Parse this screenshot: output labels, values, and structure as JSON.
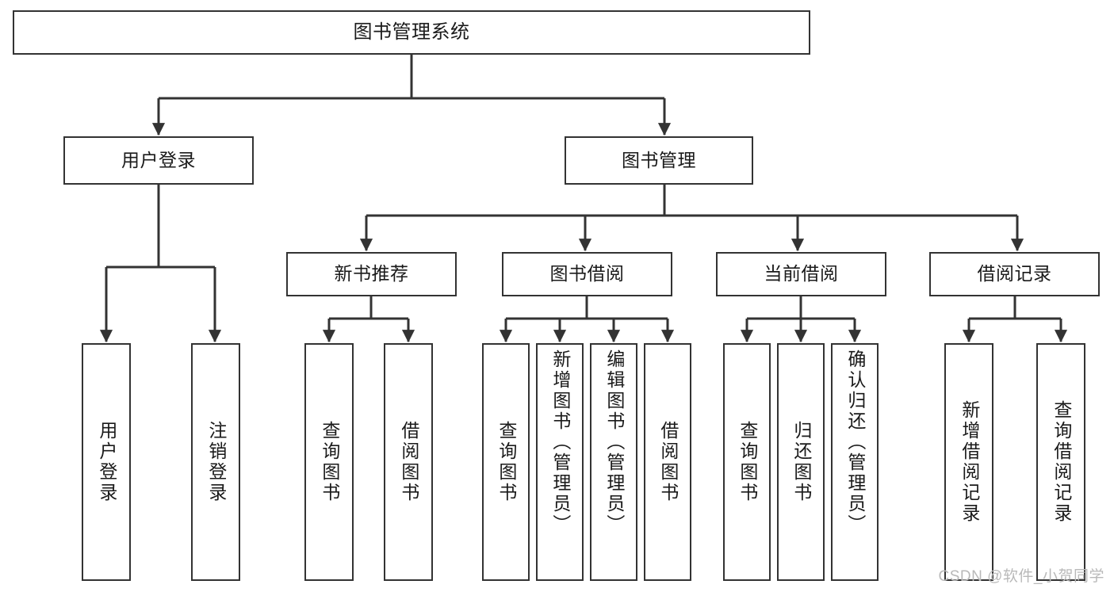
{
  "diagram": {
    "title": "图书管理系统",
    "watermark": "CSDN @软件_小贺同学",
    "line_color": "#333333",
    "box_fill": "#ffffff",
    "text_color": "#1a1a1a",
    "watermark_color": "#b9b9b9"
  },
  "nodes": {
    "root": {
      "label": "图书管理系统",
      "level": 0
    },
    "level1": [
      {
        "id": "user-login",
        "label": "用户登录"
      },
      {
        "id": "book-management",
        "label": "图书管理"
      }
    ],
    "level2": [
      {
        "id": "new-book-recommend",
        "label": "新书推荐",
        "parent": "book-management"
      },
      {
        "id": "book-borrow",
        "label": "图书借阅",
        "parent": "book-management"
      },
      {
        "id": "current-borrow",
        "label": "当前借阅",
        "parent": "book-management"
      },
      {
        "id": "borrow-record",
        "label": "借阅记录",
        "parent": "book-management"
      }
    ],
    "leaves": [
      {
        "id": "leaf-user-login",
        "label": "用户登录",
        "parent": "user-login"
      },
      {
        "id": "leaf-logout-login",
        "label": "注销登录",
        "parent": "user-login"
      },
      {
        "id": "leaf-query-book-1",
        "label": "查询图书",
        "parent": "new-book-recommend"
      },
      {
        "id": "leaf-borrow-book-1",
        "label": "借阅图书",
        "parent": "new-book-recommend"
      },
      {
        "id": "leaf-query-book-2",
        "label": "查询图书",
        "parent": "book-borrow"
      },
      {
        "id": "leaf-add-book",
        "label": "新增图书（管理员）",
        "parent": "book-borrow"
      },
      {
        "id": "leaf-edit-book",
        "label": "编辑图书（管理员）",
        "parent": "book-borrow"
      },
      {
        "id": "leaf-borrow-book-2",
        "label": "借阅图书",
        "parent": "book-borrow"
      },
      {
        "id": "leaf-query-book-3",
        "label": "查询图书",
        "parent": "current-borrow"
      },
      {
        "id": "leaf-return-book",
        "label": "归还图书",
        "parent": "current-borrow"
      },
      {
        "id": "leaf-confirm-return",
        "label": "确认归还（管理员）",
        "parent": "current-borrow"
      },
      {
        "id": "leaf-add-record",
        "label": "新增借阅记录",
        "parent": "borrow-record"
      },
      {
        "id": "leaf-query-record",
        "label": "查询借阅记录",
        "parent": "borrow-record"
      }
    ]
  },
  "chart_data": {
    "type": "diagram",
    "subtype": "tree-hierarchy",
    "title": "图书管理系统",
    "orientation": "top-down",
    "edge_style": "orthogonal-arrow",
    "tree": {
      "label": "图书管理系统",
      "children": [
        {
          "label": "用户登录",
          "children": [
            {
              "label": "用户登录",
              "children": []
            },
            {
              "label": "注销登录",
              "children": []
            }
          ]
        },
        {
          "label": "图书管理",
          "children": [
            {
              "label": "新书推荐",
              "children": [
                {
                  "label": "查询图书",
                  "children": []
                },
                {
                  "label": "借阅图书",
                  "children": []
                }
              ]
            },
            {
              "label": "图书借阅",
              "children": [
                {
                  "label": "查询图书",
                  "children": []
                },
                {
                  "label": "新增图书（管理员）",
                  "children": []
                },
                {
                  "label": "编辑图书（管理员）",
                  "children": []
                },
                {
                  "label": "借阅图书",
                  "children": []
                }
              ]
            },
            {
              "label": "当前借阅",
              "children": [
                {
                  "label": "查询图书",
                  "children": []
                },
                {
                  "label": "归还图书",
                  "children": []
                },
                {
                  "label": "确认归还（管理员）",
                  "children": []
                }
              ]
            },
            {
              "label": "借阅记录",
              "children": [
                {
                  "label": "新增借阅记录",
                  "children": []
                },
                {
                  "label": "查询借阅记录",
                  "children": []
                }
              ]
            }
          ]
        }
      ]
    },
    "node_count": 20,
    "depth": 4
  }
}
